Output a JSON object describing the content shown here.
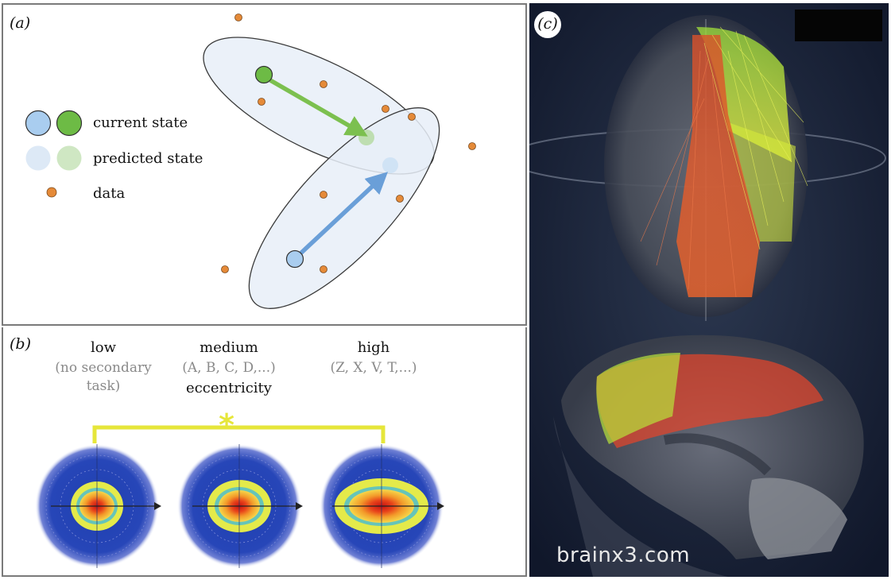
{
  "panel_a": {
    "label": "(a)",
    "legend": {
      "current_state": "current state",
      "predicted_state": "predicted state",
      "data": "data"
    },
    "colors": {
      "blue": "#a9cdef",
      "green": "#6dbb45",
      "light_blue": "#dde9f6",
      "light_green": "#cfe7c3",
      "data": "#e58a38",
      "ellipse_fill": "#e7eff8",
      "arrow_green": "#7cc04f",
      "arrow_blue": "#6a9fd8"
    }
  },
  "panel_b": {
    "label": "(b)",
    "levels": [
      {
        "title": "low",
        "subtitle": "(no secondary\ntask)"
      },
      {
        "title": "medium",
        "subtitle": "(A, B, C, D,...)"
      },
      {
        "title": "high",
        "subtitle": "(Z, X, V, T,...)"
      }
    ],
    "eccentricity_label": "eccentricity",
    "significance_marker": "*",
    "bracket_color": "#e6e63a"
  },
  "panel_c": {
    "label": "(c)",
    "watermark": "brainx3.com"
  }
}
